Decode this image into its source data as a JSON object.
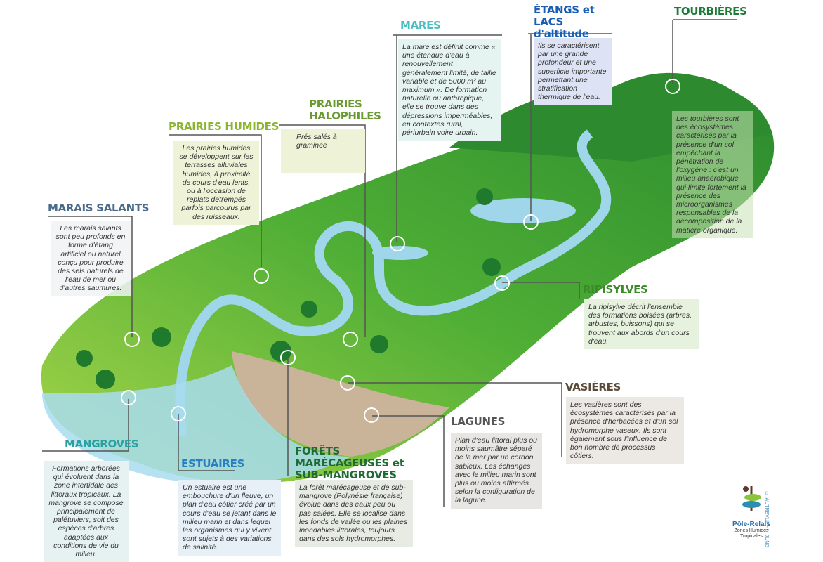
{
  "sections": {
    "marais_salants": {
      "title": "MARAIS SALANTS",
      "text": "Les marais salants sont peu profonds en forme d'étang artificiel ou naturel conçu pour produire des sels naturels de l'eau de mer ou d'autres saumures."
    },
    "prairies_humides": {
      "title": "PRAIRIES HUMIDES",
      "text": "Les prairies humides se développent sur les terrasses alluviales humides, à proximité de cours d'eau lents, ou à l'occasion de replats détrempés parfois parcourus par des ruisseaux."
    },
    "prairies_halophiles": {
      "title": "PRAIRIES HALOPHILES",
      "text": "Prés salés à graminée"
    },
    "mares": {
      "title": "MARES",
      "text": "La mare est définit comme « une étendue d'eau à renouvellement généralement limité, de taille variable et de 5000 m² au maximum ». De formation naturelle ou anthropique, elle se trouve dans des dépressions imperméables, en contextes rural, périurbain voire urbain."
    },
    "etangs": {
      "title": "ÉTANGS et LACS d'altitude",
      "text": "Ils se caractérisent par une grande profondeur et une superficie importante permettant une stratification thermique de l'eau."
    },
    "tourbieres": {
      "title": "TOURBIÈRES",
      "text": "Les tourbières sont des écosystèmes caractérisés par la présence d'un sol empêchant la pénétration de l'oxygène : c'est un milieu anaérobique qui limite fortement la présence des microorganismes responsables de la décomposition de la matière organique."
    },
    "ripisylves": {
      "title": "RIPISYLVES",
      "text": "La ripisylve décrit l'ensemble des formations boisées (arbres, arbustes, buissons) qui se trouvent aux abords d'un cours d'eau."
    },
    "vasieres": {
      "title": "VASIÈRES",
      "text": "Les vasières sont des écosystèmes caractérisés par la présence d'herbacées et d'un sol hydromorphe vaseux. Ils sont également sous l'influence de bon nombre de processus côtiers."
    },
    "lagunes": {
      "title": "LAGUNES",
      "text": "Plan d'eau littoral plus ou moins saumâtre séparé de la mer par un cordon sableux. Les échanges avec le milieu marin sont plus ou moins affirmés selon la configuration de la lagune."
    },
    "forets": {
      "title": "FORÊTS MARÉCAGEUSES et SUB-MANGROVES",
      "text": "La forêt marécageuse et de sub-mangrove (Polynésie française) évolue dans des eaux peu ou pas salées. Elle se localise dans les fonds de vallée ou les plaines inondables littorales, toujours dans des sols hydromorphes."
    },
    "estuaires": {
      "title": "ESTUAIRES",
      "text": "Un estuaire est une embouchure d'un fleuve, un plan d'eau côtier créé par un cours d'eau se jetant dans le milieu marin et dans lequel les organismes qui y vivent sont sujets à des variations de salinité."
    },
    "mangroves": {
      "title": "MANGROVES",
      "text": "Formations arborées qui évoluent dans la zone intertidale des littoraux tropicaux. La mangrove se compose principalement de palétuviers, soit des espèces d'arbres adaptées aux conditions de vie du milieu."
    }
  },
  "logo": {
    "name": "Pôle-Relais",
    "subtitle": "Zones Humides Tropicales",
    "credit": "© AUTREVUE - L. JUNG"
  },
  "colors": {
    "land": "#4fae35",
    "water": "#8fd0e6",
    "hill": "#2e8a2e"
  }
}
